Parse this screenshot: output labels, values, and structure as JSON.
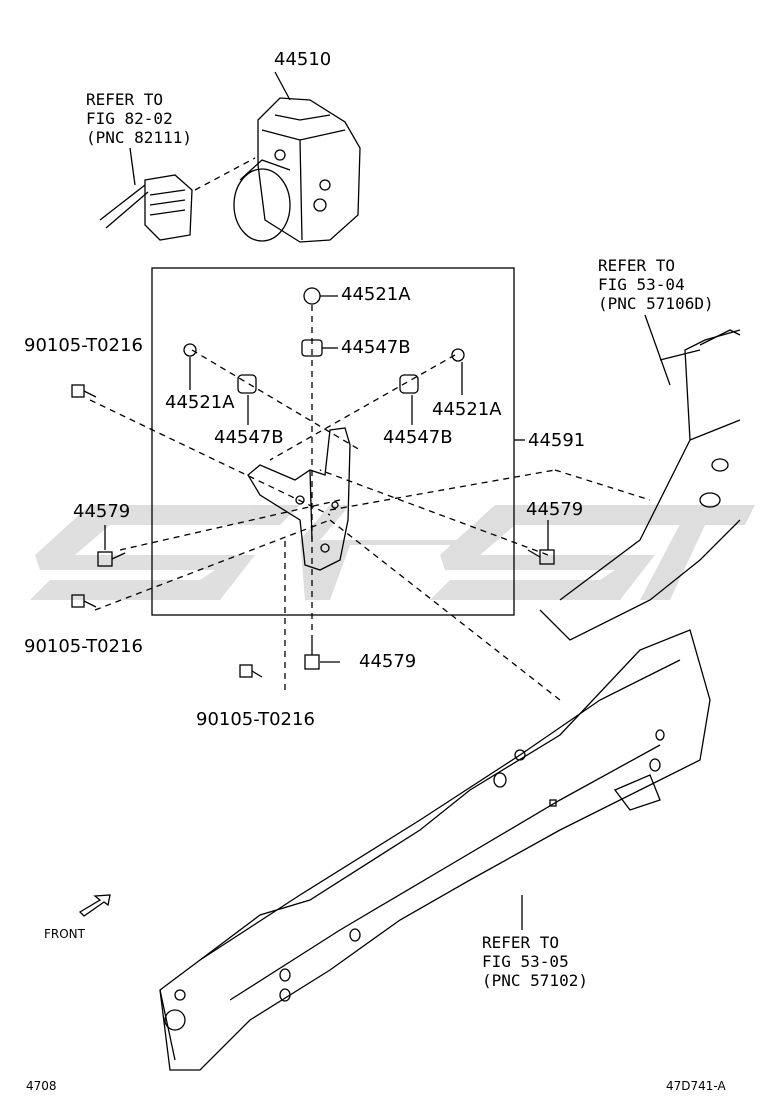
{
  "parts": {
    "p44510": "44510",
    "p44521A_top": "44521A",
    "p44547B_top": "44547B",
    "p44521A_left": "44521A",
    "p44547B_left": "44547B",
    "p44547B_right": "44547B",
    "p44521A_right": "44521A",
    "p44591": "44591",
    "p44579_left": "44579",
    "p44579_right": "44579",
    "p44579_bottom": "44579",
    "p90105_top": "90105-T0216",
    "p90105_mid": "90105-T0216",
    "p90105_bot": "90105-T0216"
  },
  "refs": {
    "ref_82": [
      "REFER TO",
      "FIG 82-02",
      "(PNC 82111)"
    ],
    "ref_53_04": [
      "REFER TO",
      "FIG 53-04",
      "(PNC 57106D)"
    ],
    "ref_53_05": [
      "REFER TO",
      "FIG 53-05",
      "(PNC 57102)"
    ]
  },
  "front_label": "FRONT",
  "footer": {
    "left_code": "4708",
    "right_code": "47D741-A"
  },
  "watermark_color": "#d9d9d9"
}
